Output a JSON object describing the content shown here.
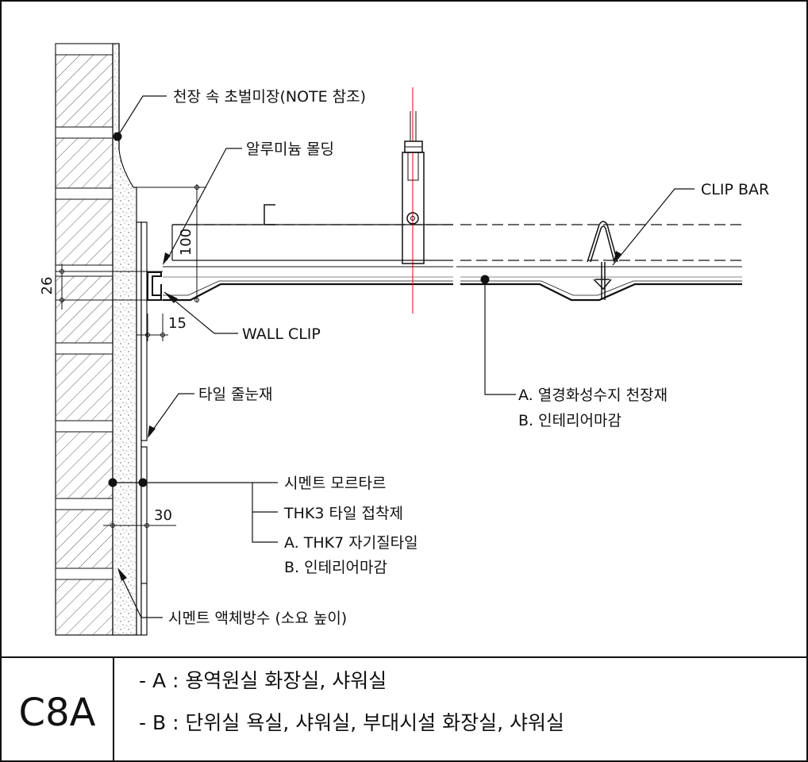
{
  "labels": {
    "ceiling_plaster": "천장 속 초벌미장(NOTE 참조)",
    "aluminum_molding": "알루미늄 몰딩",
    "clip_bar": "CLIP BAR",
    "wall_clip": "WALL CLIP",
    "ceiling_a": "A. 열경화성수지 천장재",
    "ceiling_b": "B. 인테리어마감",
    "tile_grout": "타일 줄눈재",
    "cement_mortar": "시멘트 모르타르",
    "tile_adhesive": "THK3 타일 접착제",
    "wall_a": "A. THK7 자기질타일",
    "wall_b": "B. 인테리어마감",
    "waterproof": "시멘트 액체방수 (소요 높이)"
  },
  "dimensions": {
    "d100": "100",
    "d26": "26",
    "d15": "15",
    "d30": "30"
  },
  "title_block": {
    "code": "C8A",
    "note_a": "- A : 용역원실 화장실, 샤워실",
    "note_b": "- B : 단위실 욕실, 샤워실, 부대시설 화장실, 샤워실"
  }
}
